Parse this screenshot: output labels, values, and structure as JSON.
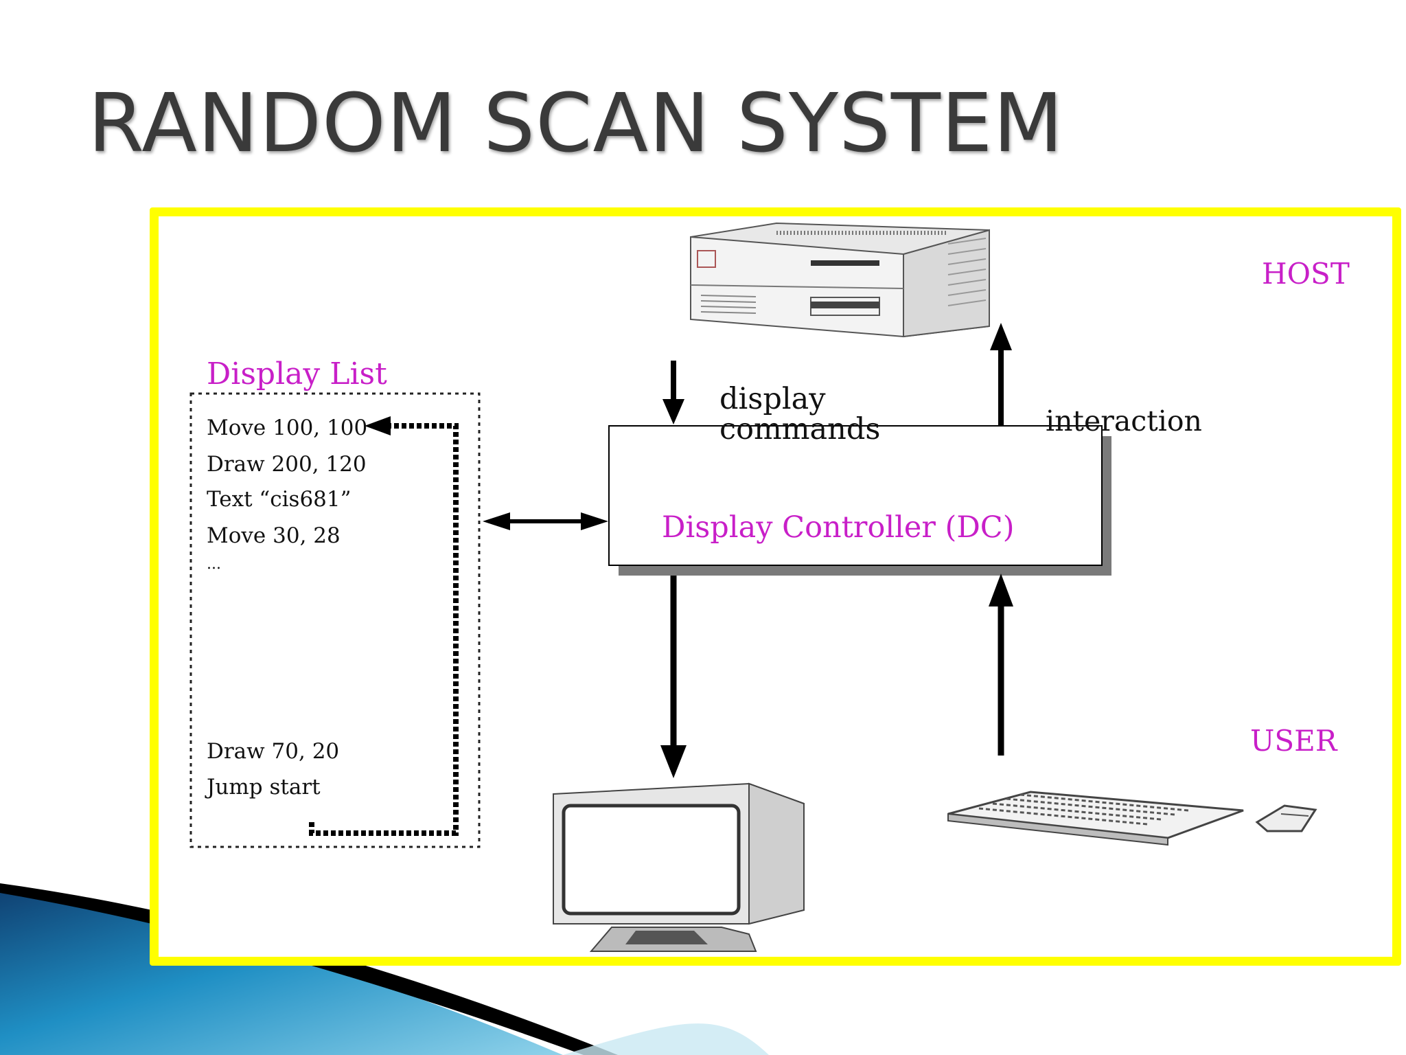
{
  "slide": {
    "title": "RANDOM SCAN SYSTEM"
  },
  "diagram": {
    "display_list": {
      "heading": "Display List",
      "items": [
        "Move 100, 100",
        "Draw 200, 120",
        "Text “cis681”",
        "Move 30, 28",
        "...",
        "Draw 70, 20",
        "Jump start"
      ]
    },
    "host_label": "HOST",
    "user_label": "USER",
    "display_commands_line1": "display",
    "display_commands_line2": "commands",
    "interaction_label": "interaction",
    "controller_label": "Display Controller (DC)"
  },
  "colors": {
    "frame_border": "#ffff00",
    "label_magenta": "#c81fc8",
    "title_gray": "#3a3a3a",
    "swoosh_blue": "#1f8fc4"
  },
  "icons": [
    "host-computer-icon",
    "crt-monitor-icon",
    "keyboard-icon",
    "mouse-icon"
  ]
}
